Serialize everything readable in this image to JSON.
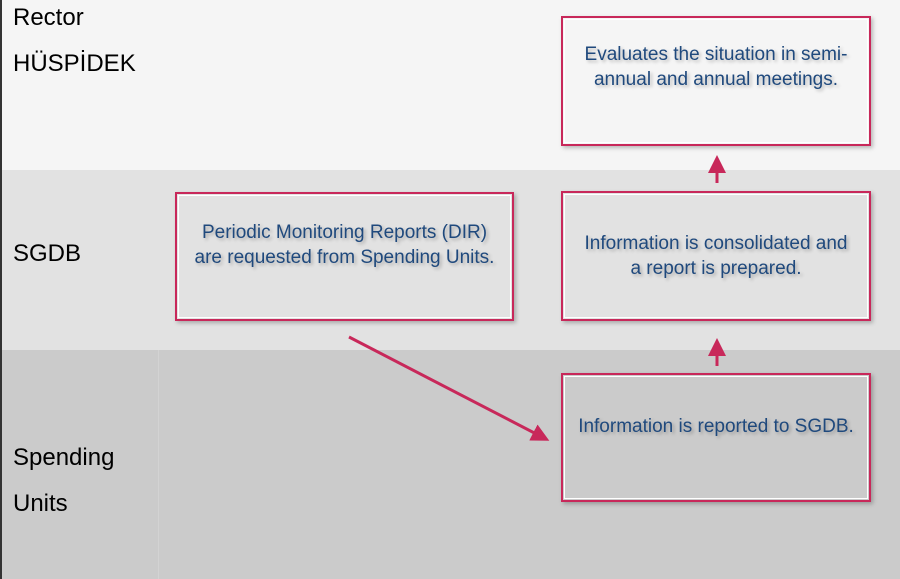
{
  "lanes": {
    "rector": [
      "Rector",
      "HÜSPİDEK"
    ],
    "sgdb": "SGDB",
    "spending": [
      "Spending",
      "Units"
    ]
  },
  "boxes": {
    "request": "Periodic Monitoring Reports (DIR) are requested from Spending Units.",
    "evaluate": "Evaluates the situation in semi-annual and annual meetings.",
    "consolidate": "Information is consolidated and a report is prepared.",
    "report": "Information is reported to SGDB."
  },
  "colors": {
    "border": "#c8285a",
    "text": "#1f497d",
    "arrow": "#c8285a"
  }
}
